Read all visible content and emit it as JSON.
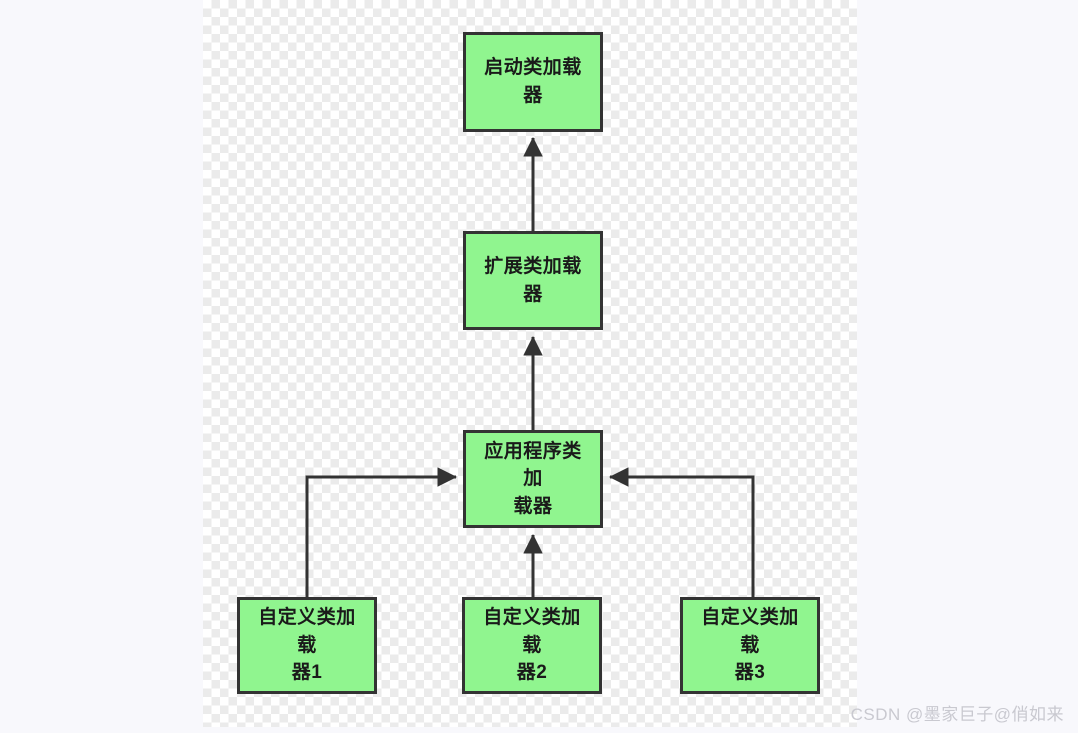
{
  "canvas": {
    "background_kind": "transparency-checkerboard",
    "checker_light": "#ffffff",
    "checker_dark": "#ebebeb",
    "page_background": "#f8f8fc"
  },
  "diagram": {
    "type": "hierarchy",
    "title": "",
    "node_fill": "#90f58f",
    "node_border": "#333333",
    "connector_color": "#333333",
    "nodes": [
      {
        "id": "bootstrap",
        "label": "启动类加载器",
        "level": 0
      },
      {
        "id": "extension",
        "label": "扩展类加载器",
        "level": 1
      },
      {
        "id": "application",
        "label": "应用程序类加\n载器",
        "level": 2
      },
      {
        "id": "custom1",
        "label": "自定义类加载\n器1",
        "level": 3
      },
      {
        "id": "custom2",
        "label": "自定义类加载\n器2",
        "level": 3
      },
      {
        "id": "custom3",
        "label": "自定义类加载\n器3",
        "level": 3
      }
    ],
    "edges": [
      {
        "from": "extension",
        "to": "bootstrap",
        "style": "straight-up",
        "arrow": "up"
      },
      {
        "from": "application",
        "to": "extension",
        "style": "straight-up",
        "arrow": "up"
      },
      {
        "from": "custom2",
        "to": "application",
        "style": "straight-up",
        "arrow": "up"
      },
      {
        "from": "custom1",
        "to": "application",
        "style": "elbow-right",
        "arrow": "right"
      },
      {
        "from": "custom3",
        "to": "application",
        "style": "elbow-left",
        "arrow": "left"
      }
    ]
  },
  "watermark": {
    "text": "CSDN @墨家巨子@俏如来",
    "color": "#c9c9d0"
  }
}
